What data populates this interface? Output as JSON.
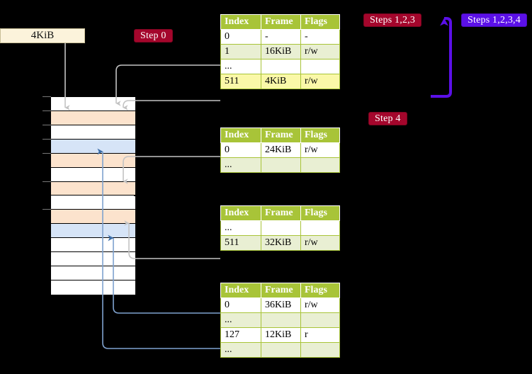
{
  "legend": {
    "page_size_label": "4KiB"
  },
  "badges": {
    "step0": {
      "label": "Step 0",
      "color": "#A4062C"
    },
    "steps123": {
      "label": "Steps 1,2,3",
      "color": "#A4062C"
    },
    "steps1234": {
      "label": "Steps 1,2,3,4",
      "color": "#5B10E8"
    },
    "step4": {
      "label": "Step 4",
      "color": "#A4062C"
    }
  },
  "colors": {
    "table_header": "#A8C438",
    "table_alt_row": "#E9EFD3",
    "highlight_row": "#FAF8A8",
    "memory_orange": "#FCE3CD",
    "memory_blue": "#D6E4F7",
    "legend_box": "#FCF3DB",
    "wire_gray": "#b9b9b9",
    "wire_blue": "#7fa2cf",
    "arrow_purple": "#5B10E8"
  },
  "memory_column": {
    "rows": [
      {
        "fill": "white"
      },
      {
        "fill": "orange"
      },
      {
        "fill": "white"
      },
      {
        "fill": "blue"
      },
      {
        "fill": "orange"
      },
      {
        "fill": "white"
      },
      {
        "fill": "orange"
      },
      {
        "fill": "white"
      },
      {
        "fill": "orange"
      },
      {
        "fill": "blue"
      },
      {
        "fill": "white"
      },
      {
        "fill": "white"
      },
      {
        "fill": "white"
      },
      {
        "fill": "white"
      }
    ],
    "tick_rows": [
      0,
      1,
      2,
      3,
      4,
      6,
      8
    ]
  },
  "tables": [
    {
      "name": "level1-page-table",
      "columns": [
        "Index",
        "Frame",
        "Flags"
      ],
      "rows": [
        {
          "cells": [
            "0",
            "-",
            "-"
          ],
          "style": "plain",
          "highlight": false
        },
        {
          "cells": [
            "1",
            "16KiB",
            "r/w"
          ],
          "style": "alt",
          "highlight": false
        },
        {
          "cells": [
            "...",
            "",
            ""
          ],
          "style": "plain",
          "highlight": false
        },
        {
          "cells": [
            "511",
            "4KiB",
            "r/w"
          ],
          "style": "alt",
          "highlight": true
        }
      ]
    },
    {
      "name": "level2-page-table",
      "columns": [
        "Index",
        "Frame",
        "Flags"
      ],
      "rows": [
        {
          "cells": [
            "0",
            "24KiB",
            "r/w"
          ],
          "style": "plain",
          "highlight": false
        },
        {
          "cells": [
            "...",
            "",
            ""
          ],
          "style": "alt",
          "highlight": false
        }
      ]
    },
    {
      "name": "level3-page-table",
      "columns": [
        "Index",
        "Frame",
        "Flags"
      ],
      "rows": [
        {
          "cells": [
            "...",
            "",
            ""
          ],
          "style": "plain",
          "highlight": false
        },
        {
          "cells": [
            "511",
            "32KiB",
            "r/w"
          ],
          "style": "alt",
          "highlight": false
        }
      ]
    },
    {
      "name": "level4-page-table",
      "columns": [
        "Index",
        "Frame",
        "Flags"
      ],
      "rows": [
        {
          "cells": [
            "0",
            "36KiB",
            "r/w"
          ],
          "style": "plain",
          "highlight": false
        },
        {
          "cells": [
            "...",
            "",
            ""
          ],
          "style": "alt",
          "highlight": false
        },
        {
          "cells": [
            "127",
            "12KiB",
            "r"
          ],
          "style": "plain",
          "highlight": false
        },
        {
          "cells": [
            "...",
            "",
            ""
          ],
          "style": "alt",
          "highlight": false
        }
      ]
    }
  ]
}
